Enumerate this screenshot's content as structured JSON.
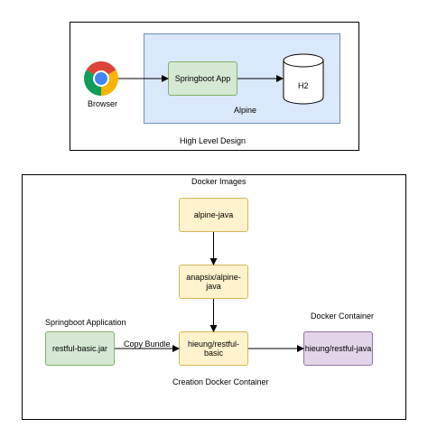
{
  "high_level_design": {
    "browser_label": "Browser",
    "region_label": "Alpine",
    "app_label": "Springboot App",
    "db_label": "H2",
    "caption": "High Level Design"
  },
  "docker": {
    "header": "Docker Images",
    "image_1": "alpine-java",
    "image_2": "anapsix/alpine-java",
    "image_3": "hieung/restful-basic",
    "app_section_label": "Springboot Application",
    "jar_label": "restful-basic.jar",
    "copy_label": "Copy Bundle",
    "creation_label": "Creation Docker Container",
    "container_section_label": "Docker Container",
    "container_label": "hieung/restful-java"
  },
  "icons": {
    "browser_icon": "chrome-browser-icon",
    "db_icon": "cylinder-database-icon"
  },
  "colors": {
    "green_fill": "#d5e8d4",
    "green_stroke": "#82b366",
    "yellow_fill": "#fff2cc",
    "yellow_stroke": "#d6b656",
    "purple_fill": "#e1d5e7",
    "purple_stroke": "#9673a6",
    "blue_fill": "#dae8fc",
    "blue_stroke": "#6c8ebf"
  }
}
